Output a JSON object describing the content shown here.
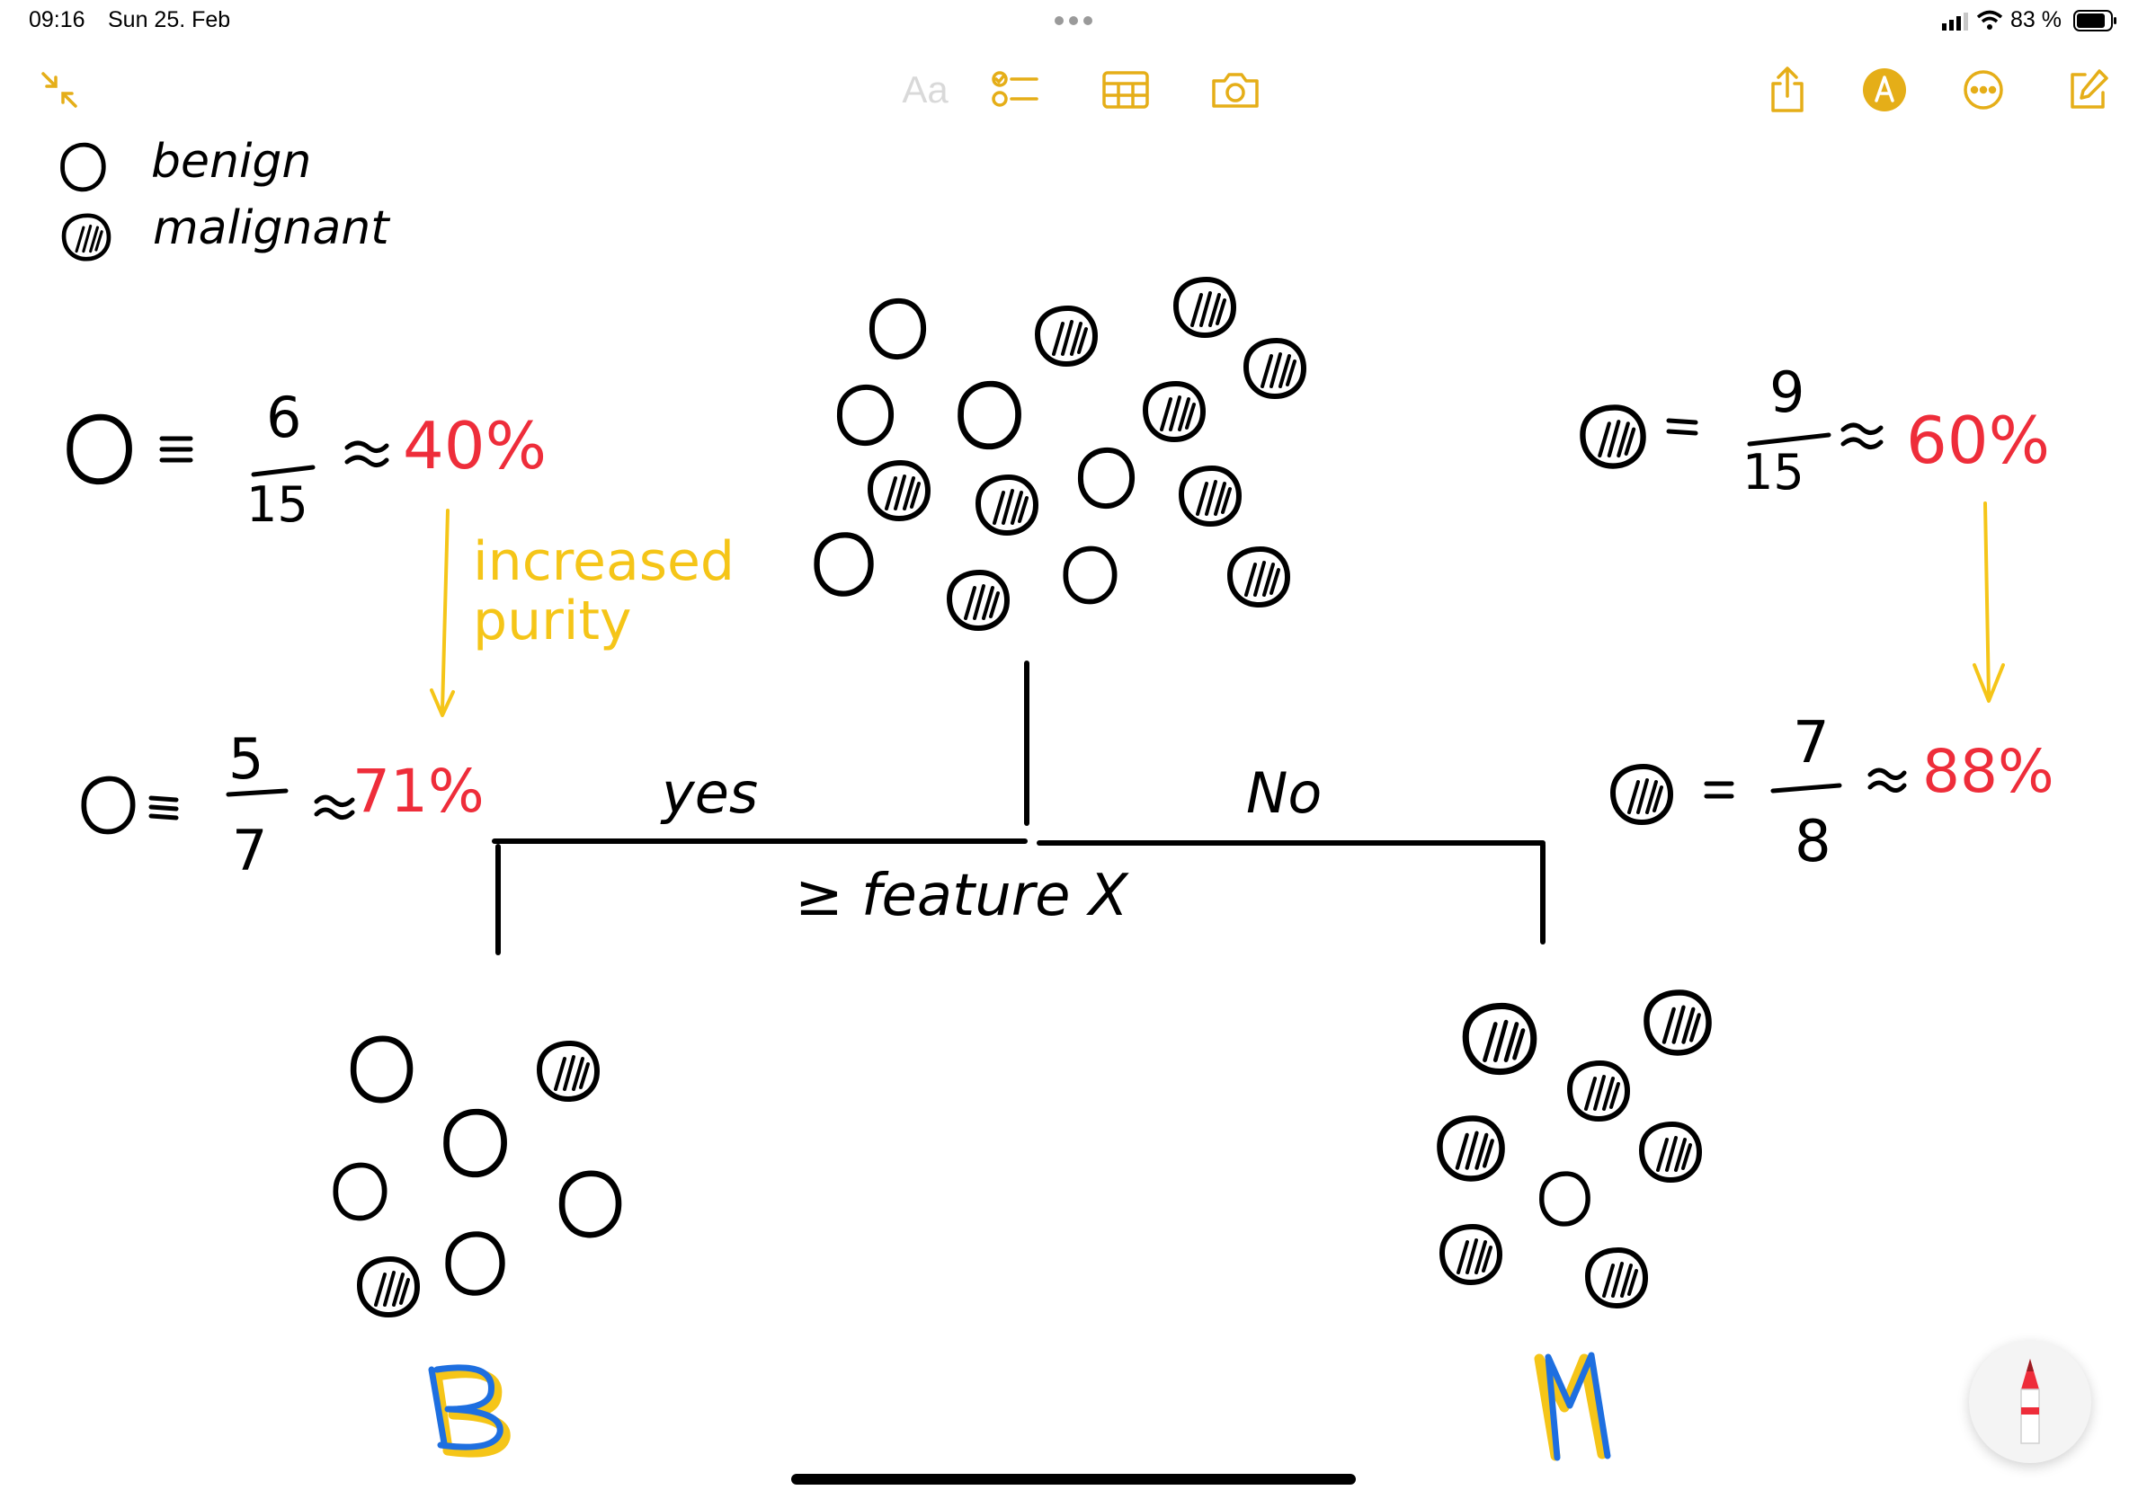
{
  "status_bar": {
    "time": "09:16",
    "date": "Sun 25. Feb",
    "battery": "83 %",
    "icons": [
      "multitasking-dots-icon",
      "signal-icon",
      "wifi-icon",
      "battery-icon"
    ]
  },
  "toolbar": {
    "format_label": "Aa",
    "left_icon": "collapse-arrows-icon",
    "center_icons": [
      "checklist-icon",
      "table-icon",
      "camera-icon"
    ],
    "right_icons": [
      "share-icon",
      "markup-icon",
      "more-icon",
      "compose-icon"
    ]
  },
  "note": {
    "legend": {
      "benign": "benign",
      "malignant": "malignant"
    },
    "root": {
      "benign_fraction_num": "6",
      "benign_fraction_den": "15",
      "benign_percent": "40%",
      "malignant_fraction_num": "9",
      "malignant_fraction_den": "15",
      "malignant_percent": "60%"
    },
    "annotation": "increased purity",
    "split_label": "≥ feature X",
    "branch_yes": "yes",
    "branch_no": "No",
    "left_leaf": {
      "fraction_num": "5",
      "fraction_den": "7",
      "percent": "71%",
      "class_label": "B"
    },
    "right_leaf": {
      "fraction_num": "7",
      "fraction_den": "8",
      "percent": "88%",
      "class_label": "M"
    },
    "colors": {
      "ink": "#000000",
      "red": "#ee2d3a",
      "yellow": "#f5c518",
      "blue": "#1e6fe0",
      "accent": "#e5ae18"
    }
  }
}
